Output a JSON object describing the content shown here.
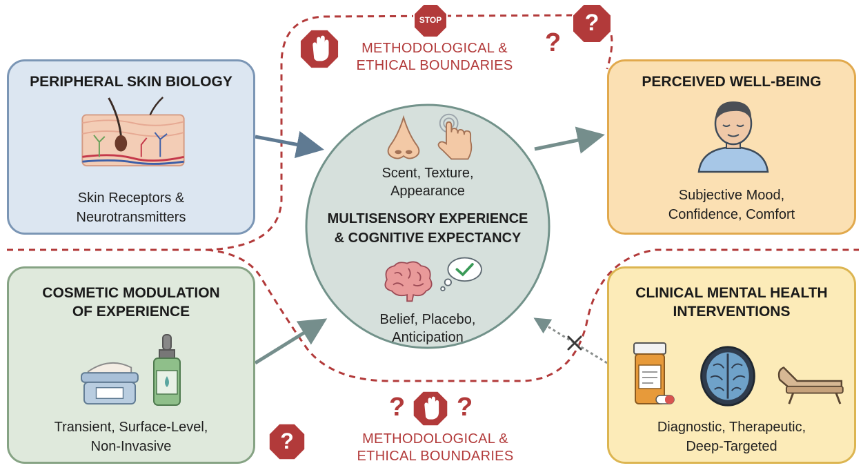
{
  "colors": {
    "boundary_red": "#b23a3a",
    "skin_box": "#dce6f1",
    "cosmetic_box": "#dfe9dc",
    "wellbeing_box": "#fbe0b3",
    "clinical_box": "#fcebb8",
    "center_circle": "#d6e0dc"
  },
  "boundary": {
    "top_label": "METHODOLOGICAL & ETHICAL BOUNDARIES",
    "bottom_label": "METHODOLOGICAL & ETHICAL BOUNDARIES",
    "stop_sign_text": "STOP",
    "question_mark": "?"
  },
  "nodes": {
    "skin": {
      "title": "PERIPHERAL SKIN BIOLOGY",
      "line1": "Skin Receptors &",
      "line2": "Neurotransmitters",
      "icon": "skin-cross-section-icon"
    },
    "cosmetic": {
      "title_line1": "COSMETIC MODULATION",
      "title_line2": "OF EXPERIENCE",
      "line1": "Transient, Surface-Level,",
      "line2": "Non-Invasive",
      "icons": [
        "cream-jar-icon",
        "dropper-bottle-icon"
      ]
    },
    "center": {
      "sense_line1": "Scent, Texture,",
      "sense_line2": "Appearance",
      "title_line1": "MULTISENSORY EXPERIENCE",
      "title_line2": "& COGNITIVE EXPECTANCY",
      "belief_line1": "Belief, Placebo,",
      "belief_line2": "Anticipation",
      "icons": [
        "nose-icon",
        "touch-hand-icon",
        "brain-icon",
        "thought-check-icon"
      ]
    },
    "wellbeing": {
      "title": "PERCEIVED WELL-BEING",
      "line1": "Subjective Mood,",
      "line2": "Confidence, Comfort",
      "icon": "person-icon"
    },
    "clinical": {
      "title_line1": "CLINICAL MENTAL HEALTH",
      "title_line2": "INTERVENTIONS",
      "line1": "Diagnostic, Therapeutic,",
      "line2": "Deep-Targeted",
      "icons": [
        "pill-bottle-icon",
        "brain-scan-icon",
        "therapy-couch-icon"
      ]
    }
  }
}
